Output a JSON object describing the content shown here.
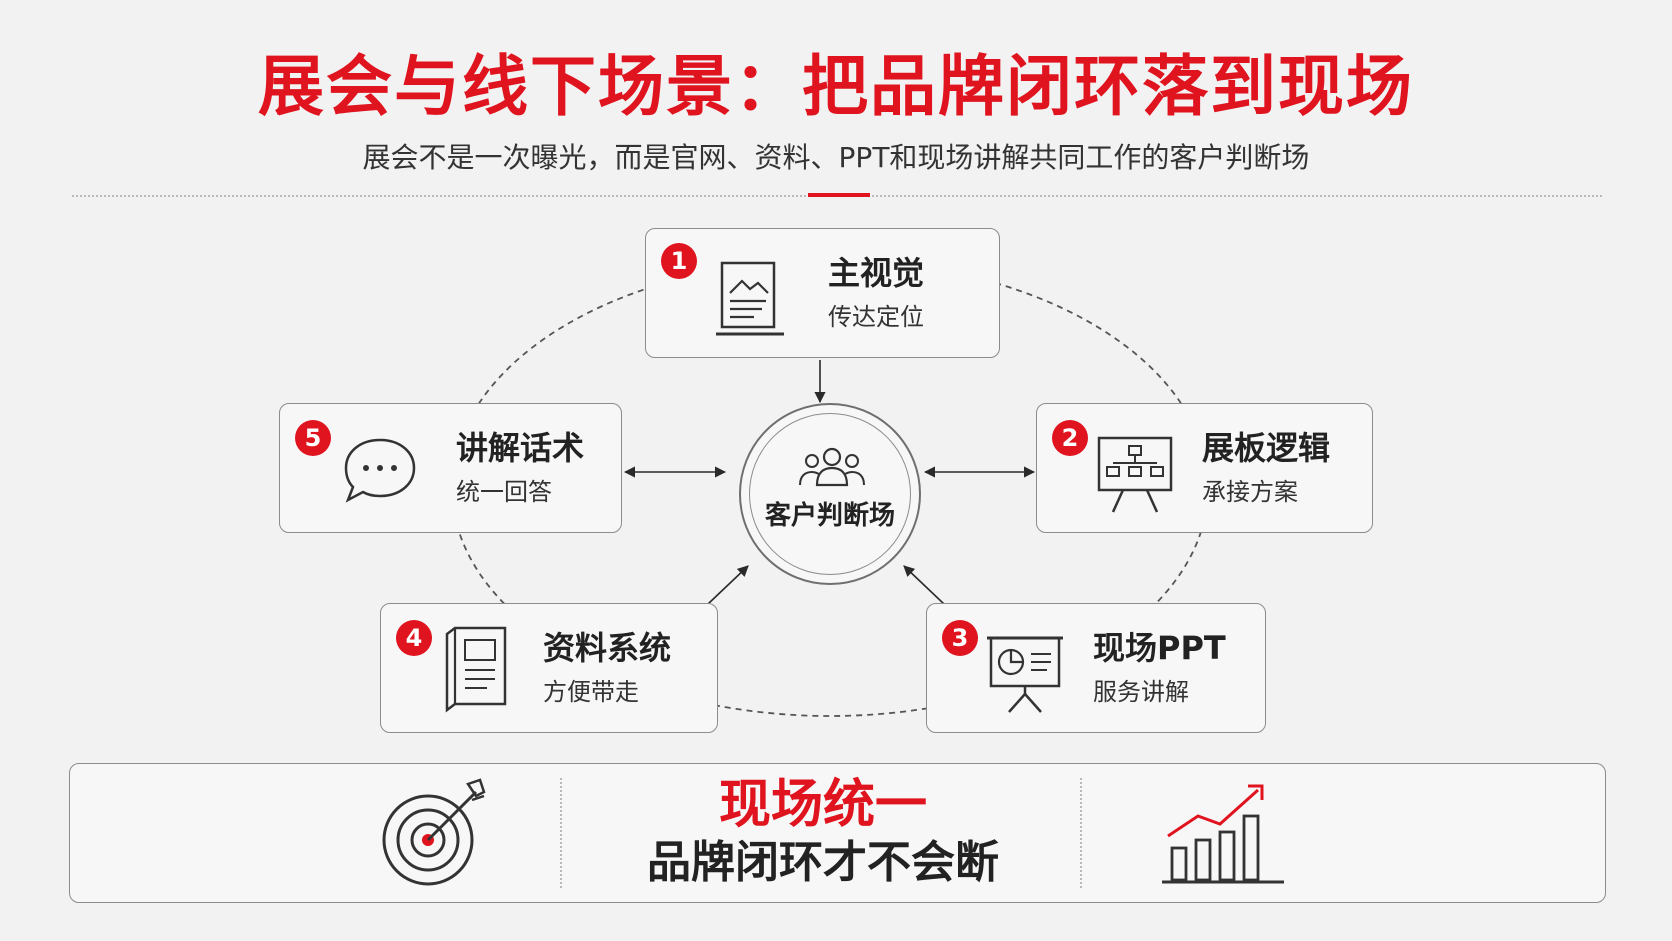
{
  "header": {
    "title": "展会与线下场景：把品牌闭环落到现场",
    "subtitle": "展会不是一次曝光，而是官网、资料、PPT和现场讲解共同工作的客户判断场"
  },
  "hub": {
    "label": "客户判断场",
    "icon": "people-group-icon"
  },
  "cards": [
    {
      "number": "1",
      "title": "主视觉",
      "subtitle": "传达定位",
      "icon": "poster-stand-icon"
    },
    {
      "number": "2",
      "title": "展板逻辑",
      "subtitle": "承接方案",
      "icon": "flowchart-board-icon"
    },
    {
      "number": "3",
      "title": "现场PPT",
      "subtitle": "服务讲解",
      "icon": "presentation-screen-icon"
    },
    {
      "number": "4",
      "title": "资料系统",
      "subtitle": "方便带走",
      "icon": "brochure-icon"
    },
    {
      "number": "5",
      "title": "讲解话术",
      "subtitle": "统一回答",
      "icon": "speech-bubble-icon"
    }
  ],
  "bottom": {
    "headline": "现场统一",
    "subline": "品牌闭环才不会断",
    "left_icon": "target-arrow-icon",
    "right_icon": "growth-chart-icon"
  },
  "colors": {
    "accent": "#e0141e",
    "text": "#222222",
    "border": "#8c8c8c",
    "background": "#f2f2f3"
  }
}
